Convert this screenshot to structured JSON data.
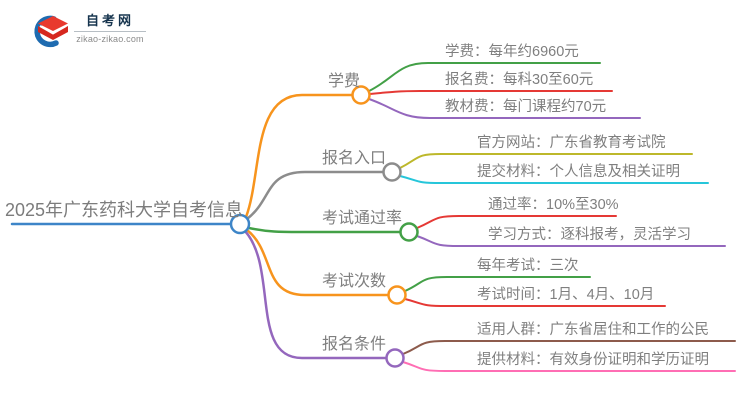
{
  "logo": {
    "title": "自考网",
    "domain": "zikao-zikao.com",
    "colors": {
      "blue": "#1e6bb0",
      "red": "#e8392e",
      "red_dark": "#d6281f"
    }
  },
  "mindmap": {
    "root": {
      "label": "2025年广东药科大学自考信息",
      "color": "#3d85c8"
    },
    "branches": [
      {
        "label": "学费",
        "color": "#f7941d",
        "children": [
          {
            "label": "学费：每年约6960元",
            "color": "#43a047"
          },
          {
            "label": "报名费：每科30至60元",
            "color": "#e53935"
          },
          {
            "label": "教材费：每门课程约70元",
            "color": "#9467bd"
          }
        ]
      },
      {
        "label": "报名入口",
        "color": "#8c8c8c",
        "children": [
          {
            "label": "官方网站：广东省教育考试院",
            "color": "#bdb82b"
          },
          {
            "label": "提交材料：个人信息及相关证明",
            "color": "#26c6da"
          }
        ]
      },
      {
        "label": "考试通过率",
        "color": "#43a047",
        "children": [
          {
            "label": "通过率：10%至30%",
            "color": "#e53935"
          },
          {
            "label": "学习方式：逐科报考，灵活学习",
            "color": "#9467bd"
          }
        ]
      },
      {
        "label": "考试次数",
        "color": "#f7941d",
        "children": [
          {
            "label": "每年考试：三次",
            "color": "#43a047"
          },
          {
            "label": "考试时间：1月、4月、10月",
            "color": "#e53935"
          }
        ]
      },
      {
        "label": "报名条件",
        "color": "#9467bd",
        "children": [
          {
            "label": "适用人群：广东省居住和工作的公民",
            "color": "#8d5b4c"
          },
          {
            "label": "提供材料：有效身份证明和学历证明",
            "color": "#ff6eb4"
          }
        ]
      }
    ]
  }
}
